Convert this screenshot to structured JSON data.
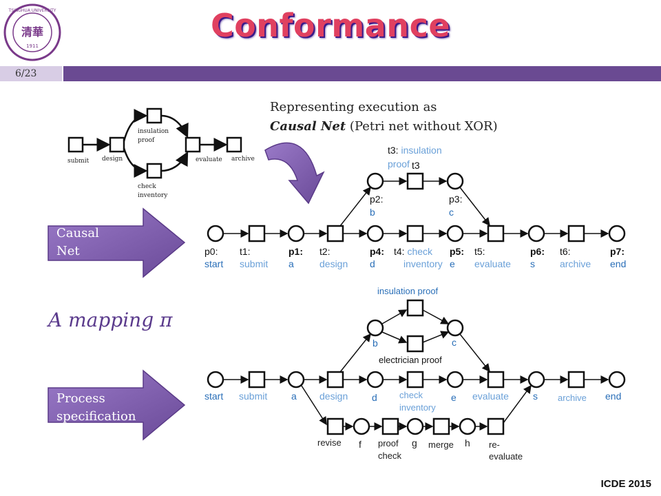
{
  "header": {
    "title": "Conformance",
    "page": "6/23",
    "logo_text": "TSINGHUA UNIVERSITY 1911"
  },
  "note": {
    "line1": "Representing execution as",
    "line2_bold": "Causal Net",
    "line2_rest": " (Petri net without XOR)"
  },
  "mapping_text": "A mapping π",
  "footer": "ICDE 2015",
  "arrows": {
    "causal": "Causal Net",
    "process": "Process specification"
  },
  "small_net": {
    "labels": [
      "submit",
      "design",
      "insulation proof",
      "check inventory",
      "evaluate",
      "archive"
    ]
  },
  "causal_net": {
    "top_label": "t3: insulation proof",
    "top_label_overlap": "t3",
    "p2": "p2: b",
    "p3": "p3: c",
    "items": [
      {
        "id": "p0",
        "text": "p0: start"
      },
      {
        "id": "t1",
        "text": "t1: submit"
      },
      {
        "id": "p1",
        "text": "p1: a"
      },
      {
        "id": "t2",
        "text": "t2: design"
      },
      {
        "id": "p4",
        "text": "p4: d"
      },
      {
        "id": "t4",
        "text": "t4: check inventory"
      },
      {
        "id": "p5",
        "text": "p5: e"
      },
      {
        "id": "t5",
        "text": "t5: evaluate"
      },
      {
        "id": "p6",
        "text": "p6: s"
      },
      {
        "id": "t6",
        "text": "t6: archive"
      },
      {
        "id": "p7",
        "text": "p7: end"
      }
    ]
  },
  "process_spec": {
    "insulation": "insulation proof",
    "electrician": "electrician proof",
    "b": "b",
    "c": "c",
    "start": "start",
    "submit": "submit",
    "a": "a",
    "design": "design",
    "d": "d",
    "check_inventory": "check inventory",
    "e": "e",
    "evaluate": "evaluate",
    "s": "s",
    "archive": "archive",
    "end": "end",
    "revise": "revise",
    "f": "f",
    "proof_check": "proof check",
    "g": "g",
    "merge": "merge",
    "h": "h",
    "re_evaluate": "re-evaluate"
  },
  "colors": {
    "accent_purple": "#7a5aa8",
    "label_blue": "#2a6fb8",
    "label_light_blue": "#6aa0d8"
  }
}
